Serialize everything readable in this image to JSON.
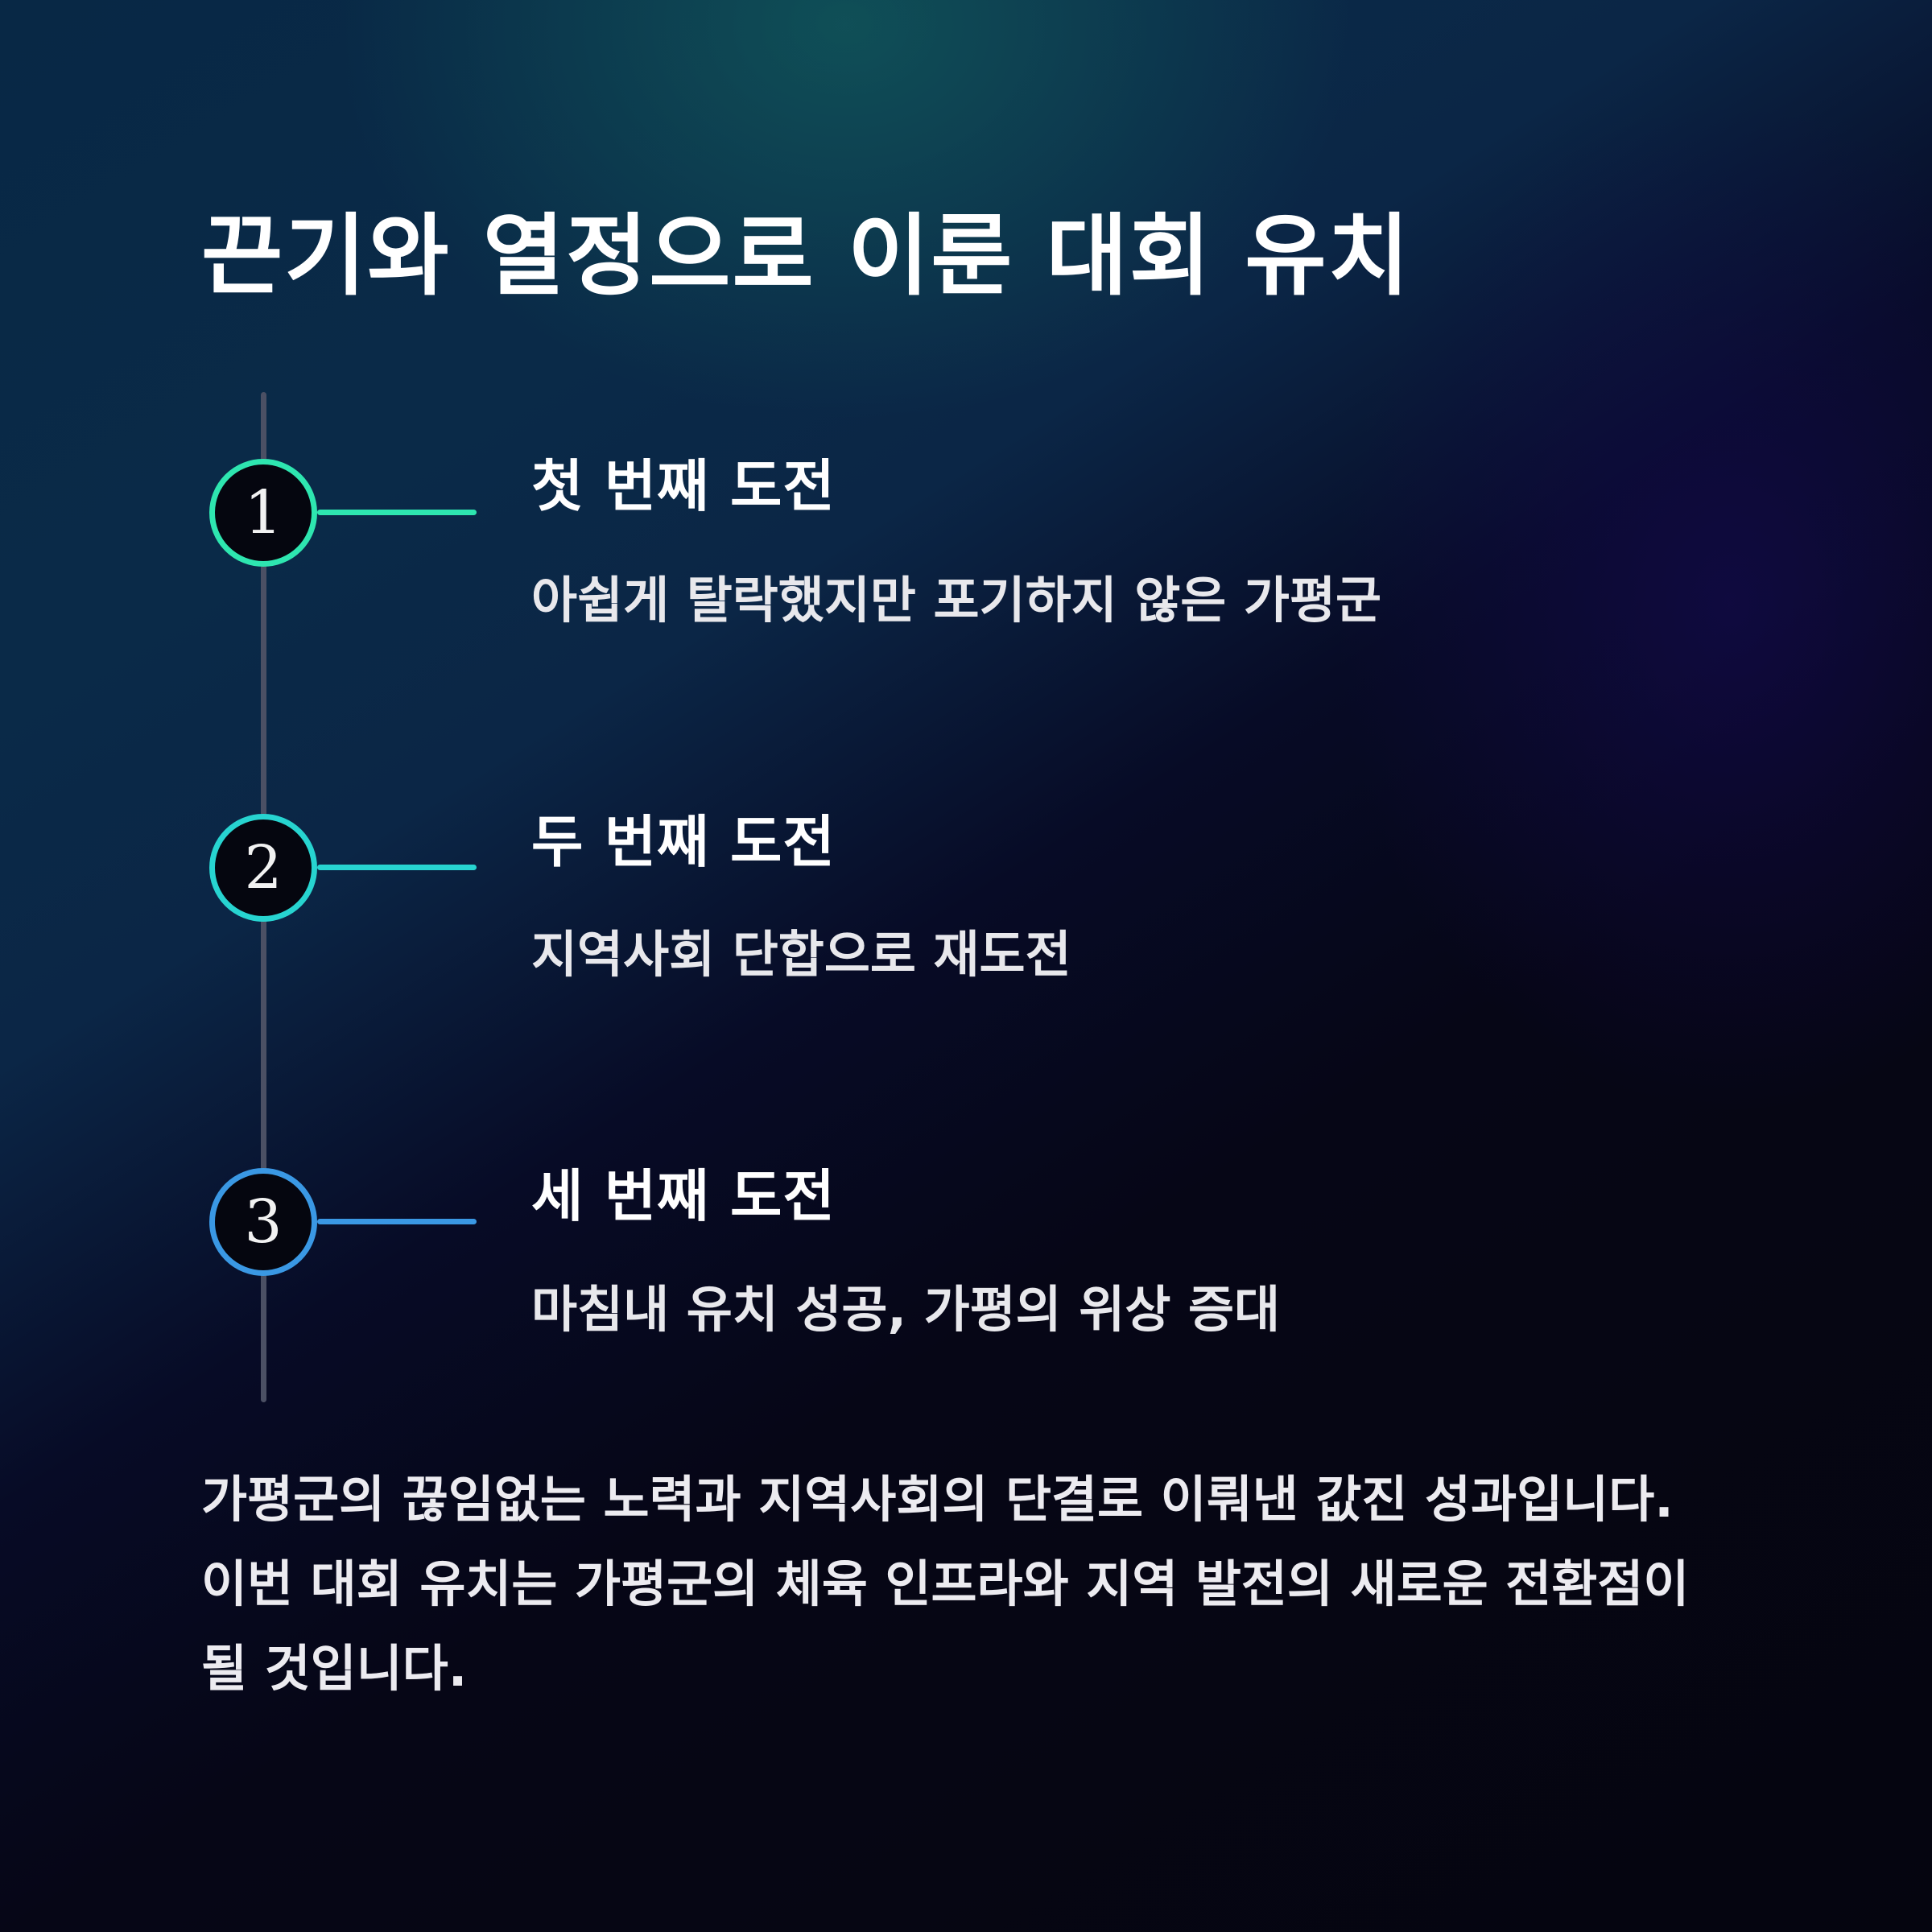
{
  "title": "끈기와 열정으로 이룬 대회 유치",
  "steps": [
    {
      "number": "1",
      "title": "첫 번째 도전",
      "description": "아쉽게 탈락했지만 포기하지 않은 가평군",
      "accent_color": "#2ee6b0"
    },
    {
      "number": "2",
      "title": "두 번째 도전",
      "description": "지역사회 단합으로 재도전",
      "accent_color": "#27d4d0"
    },
    {
      "number": "3",
      "title": "세 번째 도전",
      "description": "마침내 유치 성공, 가평의 위상 증대",
      "accent_color": "#3a98e4"
    }
  ],
  "summary": "가평군의 끊임없는 노력과 지역사회의 단결로 이뤄낸 값진 성과입니다. 이번 대회 유치는 가평군의 체육 인프라와 지역 발전의 새로운 전환점이 될 것입니다.",
  "colors": {
    "timeline_line": "#4b5064",
    "background_dark": "#05050f",
    "background_teal": "#0b2646"
  }
}
